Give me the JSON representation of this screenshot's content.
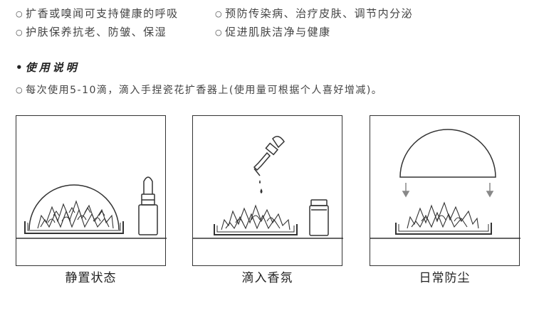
{
  "features": [
    {
      "bullet": "○",
      "text": "扩香或嗅闻可支持健康的呼吸"
    },
    {
      "bullet": "○",
      "text": "预防传染病、治疗皮肤、调节内分泌"
    },
    {
      "bullet": "○",
      "text": "护肤保养抗老、防皱、保湿"
    },
    {
      "bullet": "○",
      "text": "促进肌肤洁净与健康"
    }
  ],
  "usage": {
    "heading": "•使用说明",
    "bullet": "○",
    "instruction": "每次使用5-10滴，滴入手捏瓷花扩香器上(使用量可根据个人喜好增减)。"
  },
  "panels": [
    {
      "caption": "静置状态",
      "icon": "dome-covered-diffuser-with-bottle"
    },
    {
      "caption": "滴入香氛",
      "icon": "dropper-and-diffuser-with-bottle"
    },
    {
      "caption": "日常防尘",
      "icon": "dome-lowering-onto-diffuser"
    }
  ],
  "colors": {
    "line": "#333333",
    "text": "#444444"
  }
}
